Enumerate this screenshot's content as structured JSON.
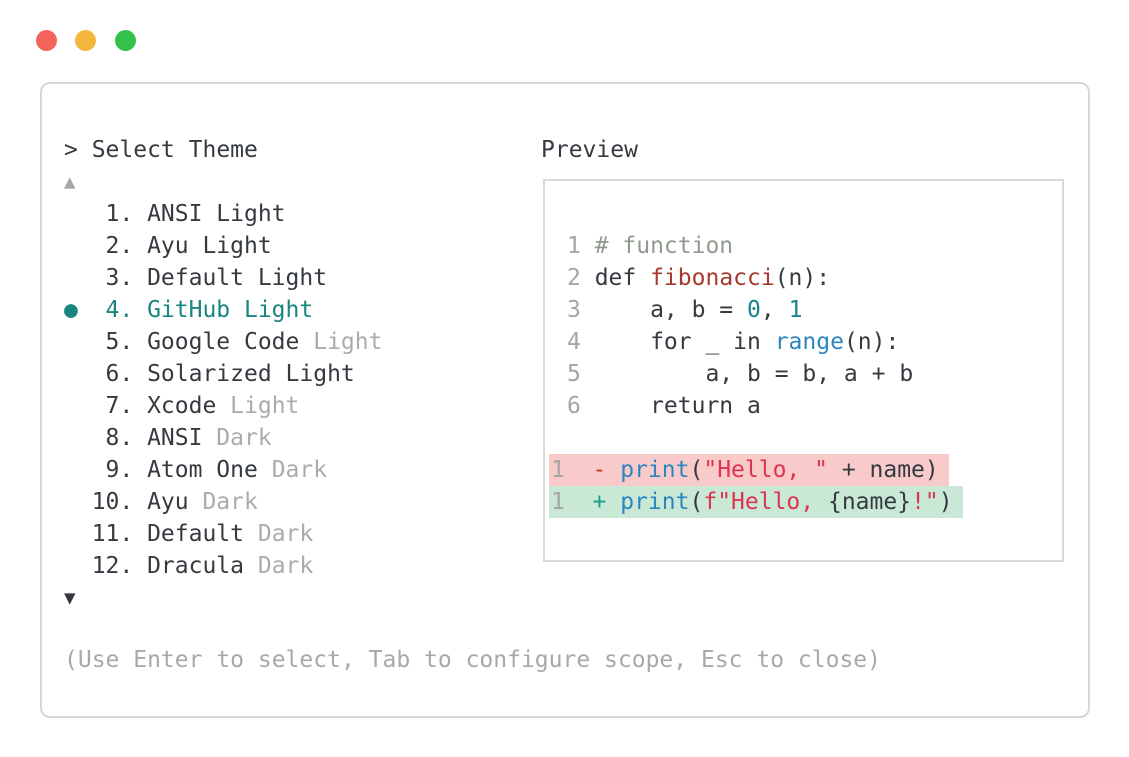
{
  "window": {
    "controls": [
      {
        "name": "close",
        "color": "#f4635c"
      },
      {
        "name": "minimize",
        "color": "#f3b73e"
      },
      {
        "name": "maximize",
        "color": "#34c14b"
      }
    ],
    "prompt": "> Select Theme",
    "scroll_up": "▲",
    "scroll_down": "▼",
    "footer": "(Use Enter to select, Tab to configure scope, Esc to close)"
  },
  "theme_list": {
    "selected_index": 3,
    "items": [
      {
        "marker": "",
        "num": "1.",
        "name": "ANSI Light",
        "variant": "",
        "selected": false
      },
      {
        "marker": "",
        "num": "2.",
        "name": "Ayu Light",
        "variant": "",
        "selected": false
      },
      {
        "marker": "",
        "num": "3.",
        "name": "Default Light",
        "variant": "",
        "selected": false
      },
      {
        "marker": "●",
        "num": "4.",
        "name": "GitHub Light",
        "variant": "",
        "selected": true
      },
      {
        "marker": "",
        "num": "5.",
        "name": "Google Code",
        "variant": " Light",
        "selected": false
      },
      {
        "marker": "",
        "num": "6.",
        "name": "Solarized Light",
        "variant": "",
        "selected": false
      },
      {
        "marker": "",
        "num": "7.",
        "name": "Xcode",
        "variant": " Light",
        "selected": false
      },
      {
        "marker": "",
        "num": "8.",
        "name": "ANSI",
        "variant": " Dark",
        "selected": false
      },
      {
        "marker": "",
        "num": "9.",
        "name": "Atom One",
        "variant": " Dark",
        "selected": false
      },
      {
        "marker": "",
        "num": "10.",
        "name": "Ayu",
        "variant": " Dark",
        "selected": false
      },
      {
        "marker": "",
        "num": "11.",
        "name": "Default",
        "variant": " Dark",
        "selected": false
      },
      {
        "marker": "",
        "num": "12.",
        "name": "Dracula",
        "variant": " Dark",
        "selected": false
      }
    ]
  },
  "preview": {
    "label": "Preview",
    "code_lines": [
      {
        "num": "1",
        "tokens": [
          {
            "t": "# function",
            "c": "comment"
          }
        ]
      },
      {
        "num": "2",
        "tokens": [
          {
            "t": "def ",
            "c": "fg"
          },
          {
            "t": "fibonacci",
            "c": "func"
          },
          {
            "t": "(n):",
            "c": "fg"
          }
        ]
      },
      {
        "num": "3",
        "tokens": [
          {
            "t": "    a, b = ",
            "c": "fg"
          },
          {
            "t": "0",
            "c": "num"
          },
          {
            "t": ", ",
            "c": "fg"
          },
          {
            "t": "1",
            "c": "num"
          }
        ]
      },
      {
        "num": "4",
        "tokens": [
          {
            "t": "    for _ in ",
            "c": "fg"
          },
          {
            "t": "range",
            "c": "builtin"
          },
          {
            "t": "(n):",
            "c": "fg"
          }
        ]
      },
      {
        "num": "5",
        "tokens": [
          {
            "t": "        a, b = b, a + b",
            "c": "fg"
          }
        ]
      },
      {
        "num": "6",
        "tokens": [
          {
            "t": "    return a",
            "c": "fg"
          }
        ]
      }
    ],
    "diff_lines": [
      {
        "num": "1",
        "kind": "removed",
        "tokens": [
          {
            "t": " - ",
            "c": "minus"
          },
          {
            "t": "print",
            "c": "builtin"
          },
          {
            "t": "(",
            "c": "fg"
          },
          {
            "t": "\"Hello, \"",
            "c": "string"
          },
          {
            "t": " + name)",
            "c": "fg"
          }
        ]
      },
      {
        "num": "1",
        "kind": "added",
        "tokens": [
          {
            "t": " + ",
            "c": "plus"
          },
          {
            "t": "print",
            "c": "builtin"
          },
          {
            "t": "(",
            "c": "fg"
          },
          {
            "t": "f\"Hello, ",
            "c": "string"
          },
          {
            "t": "{name}",
            "c": "fg"
          },
          {
            "t": "!\"",
            "c": "string"
          },
          {
            "t": ")",
            "c": "fg"
          }
        ]
      }
    ]
  },
  "colors": {
    "accent_teal": "#18867f",
    "text_dark": "#353a40",
    "text_gray": "#ababab",
    "line_number_gray": "#a5a5a5",
    "comment": "#919a8f",
    "function_name": "#a53a2e",
    "number_literal": "#17858d",
    "builtin_blue": "#2e86c1",
    "string_red": "#e0334f",
    "diff_removed_bg": "#f8caca",
    "diff_added_bg": "#c9e8d6",
    "border_gray": "#d7d7d7"
  }
}
